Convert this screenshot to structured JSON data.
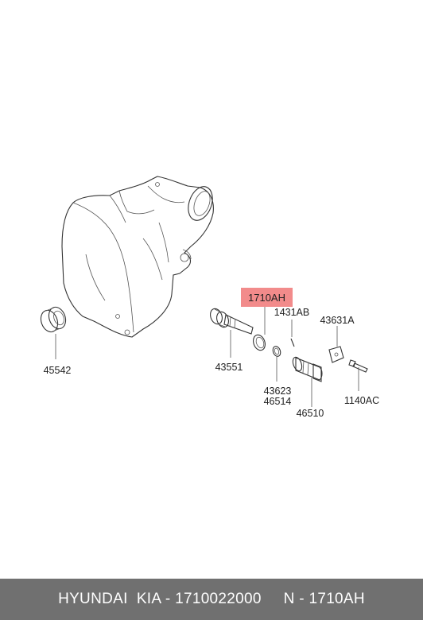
{
  "parts": {
    "highlighted": "1710AH",
    "p1431AB": "1431AB",
    "p43631A": "43631A",
    "p45542": "45542",
    "p43551": "43551",
    "p43623": "43623",
    "p46514": "46514",
    "p46510": "46510",
    "p1140AC": "1140AC"
  },
  "footer": {
    "text": "HYUNDAI  KIA - 1710022000     N - 1710AH"
  },
  "colors": {
    "highlight": "#f28b8b",
    "footer_bg": "#707070"
  }
}
